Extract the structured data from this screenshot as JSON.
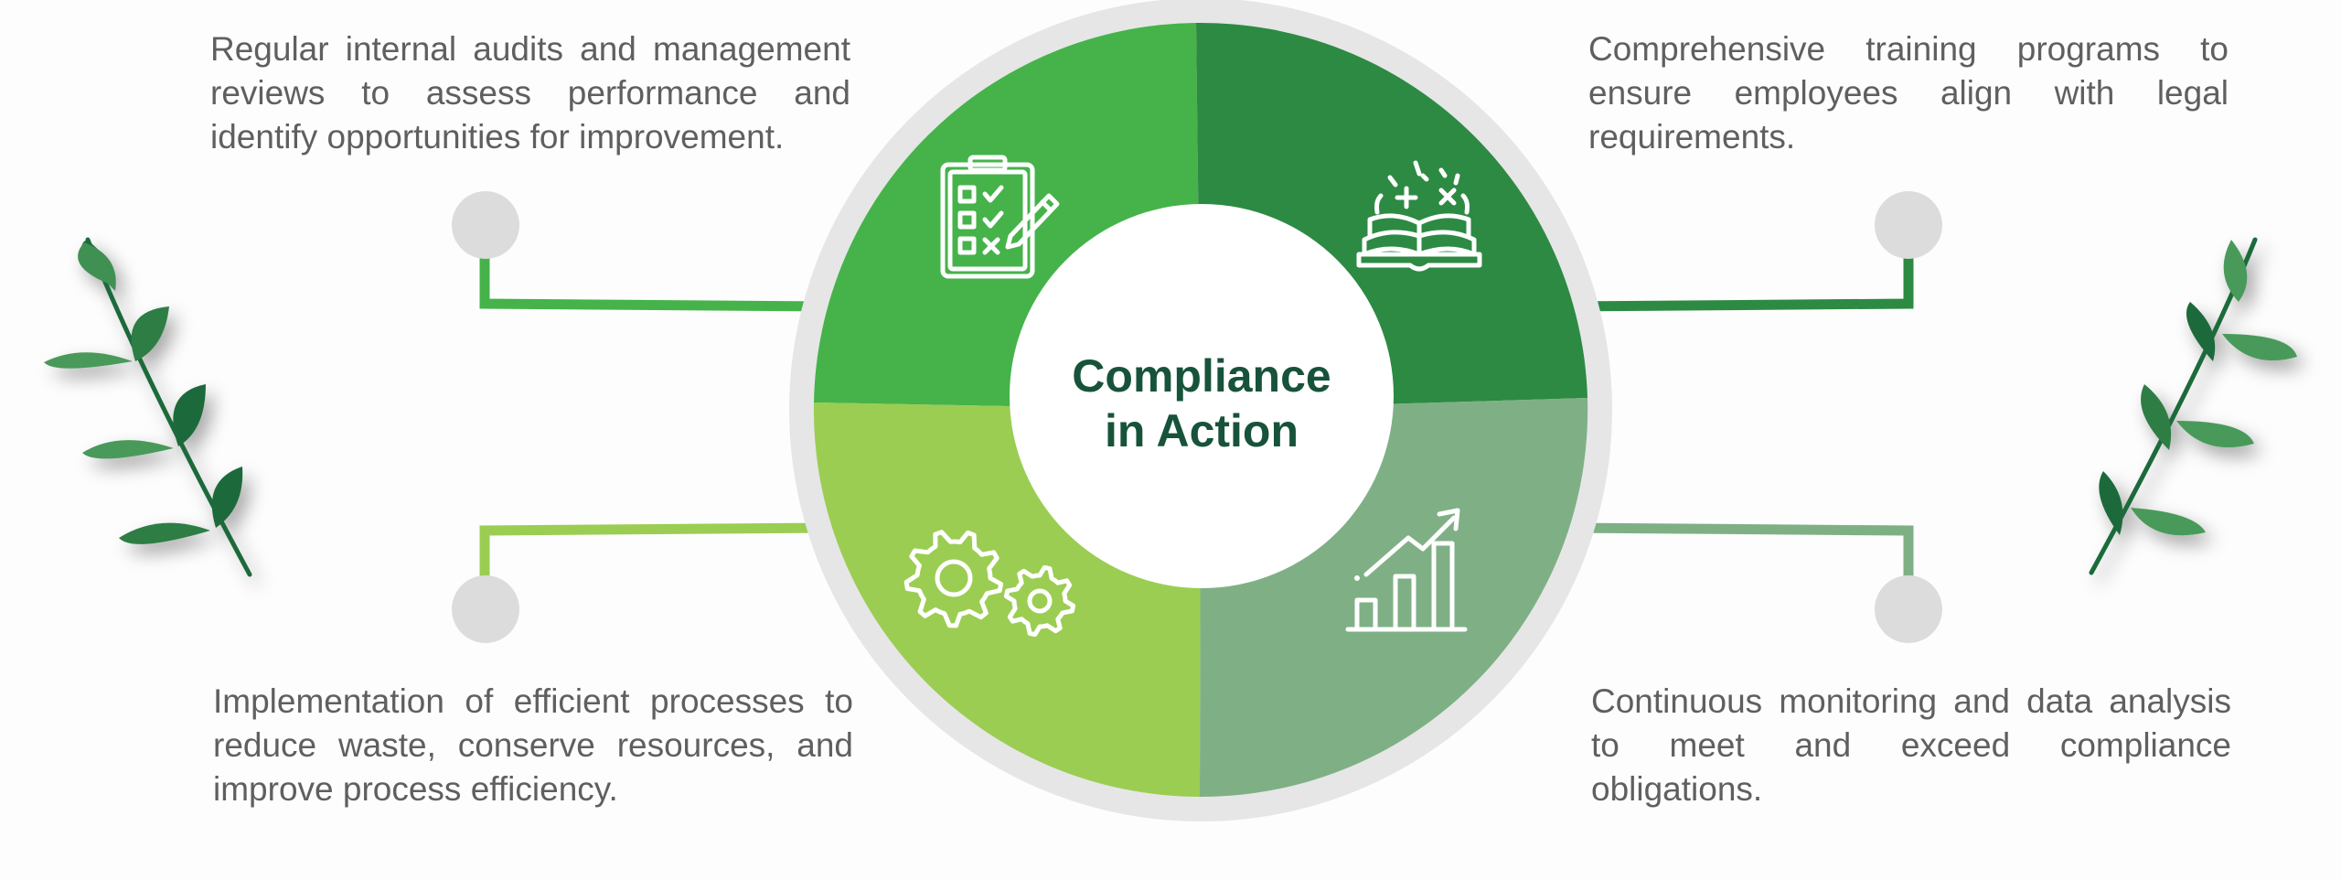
{
  "center": {
    "title_line1": "Compliance",
    "title_line2": "in Action"
  },
  "segments": [
    {
      "id": "top-left",
      "icon": "checklist-clipboard-icon",
      "color": "#45b34a",
      "description": "Regular internal audits and management reviews to assess performance and identify opportunities for improvement."
    },
    {
      "id": "top-right",
      "icon": "open-book-icon",
      "color": "#2d8a43",
      "description": "Comprehensive training programs to ensure employees align with legal requirements."
    },
    {
      "id": "bottom-left",
      "icon": "gears-icon",
      "color": "#9bcd53",
      "description": "Implementation of efficient processes to reduce waste, conserve resources, and improve process efficiency."
    },
    {
      "id": "bottom-right",
      "icon": "growth-bar-chart-icon",
      "color": "#7fb085",
      "description": "Continuous monitoring and data analysis to meet and exceed compliance obligations."
    }
  ],
  "colors": {
    "title": "#17533a",
    "ring": "#e6e6e6",
    "connector_dot": "#dcdcdc",
    "leaf_dark": "#1f6b3a",
    "leaf_light": "#4a9a5a"
  }
}
